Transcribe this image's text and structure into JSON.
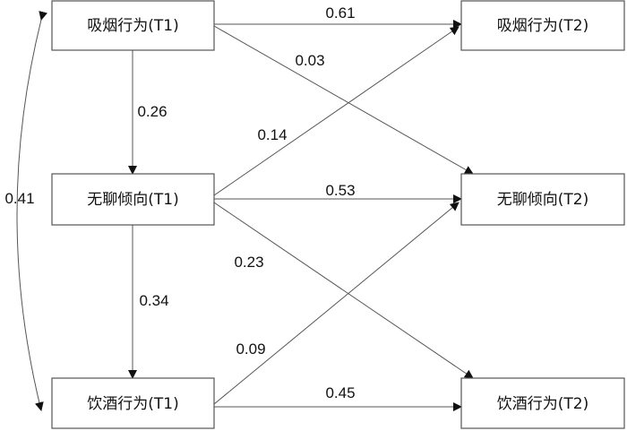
{
  "nodes": {
    "smoking_t1": "吸烟行为(T1)",
    "boredom_t1": "无聊倾向(T1)",
    "drinking_t1": "饮酒行为(T1)",
    "smoking_t2": "吸烟行为(T2)",
    "boredom_t2": "无聊倾向(T2)",
    "drinking_t2": "饮酒行为(T2)"
  },
  "edges": {
    "smoking_t1_to_smoking_t2": "0.61",
    "smoking_t1_to_boredom_t2": "0.03",
    "boredom_t1_to_smoking_t2": "0.14",
    "boredom_t1_to_boredom_t2": "0.53",
    "boredom_t1_to_drinking_t2": "0.23",
    "drinking_t1_to_boredom_t2": "0.09",
    "drinking_t1_to_drinking_t2": "0.45"
  },
  "correlations": {
    "smoking_t1_boredom_t1": "0.26",
    "boredom_t1_drinking_t1": "0.34",
    "smoking_t1_drinking_t1": "0.41"
  },
  "colors": {
    "line": "#555555",
    "text": "#111111",
    "background": "#ffffff"
  }
}
